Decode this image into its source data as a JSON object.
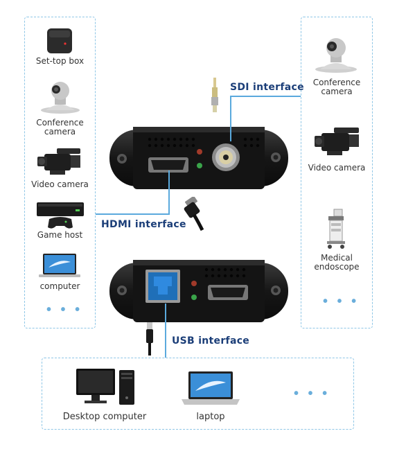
{
  "left_sources": [
    {
      "label": "Set-top box",
      "icon": "set-top-box-icon"
    },
    {
      "label": "Conference\ncamera",
      "icon": "conference-camera-icon"
    },
    {
      "label": "Video camera",
      "icon": "video-camera-icon"
    },
    {
      "label": "Game host",
      "icon": "game-console-icon"
    },
    {
      "label": "computer",
      "icon": "computer-icon"
    }
  ],
  "left_more": "• • •",
  "right_sources": [
    {
      "label": "Conference\ncamera",
      "icon": "conference-camera-icon"
    },
    {
      "label": "Video camera",
      "icon": "video-camera-icon"
    },
    {
      "label": "Medical\nendoscope",
      "icon": "medical-endoscope-icon"
    }
  ],
  "right_more": "• • •",
  "interfaces": {
    "sdi": "SDI interface",
    "hdmi": "HDMI interface",
    "usb": "USB interface"
  },
  "outputs": [
    {
      "label": "Desktop computer",
      "icon": "desktop-computer-icon"
    },
    {
      "label": "laptop",
      "icon": "laptop-icon"
    }
  ],
  "outputs_more": "• • •",
  "colors": {
    "dashed_border": "#8ec6e6",
    "connector_line": "#5aa9dd",
    "interface_text": "#1b3e78",
    "device_body": "#1a1a1a"
  }
}
